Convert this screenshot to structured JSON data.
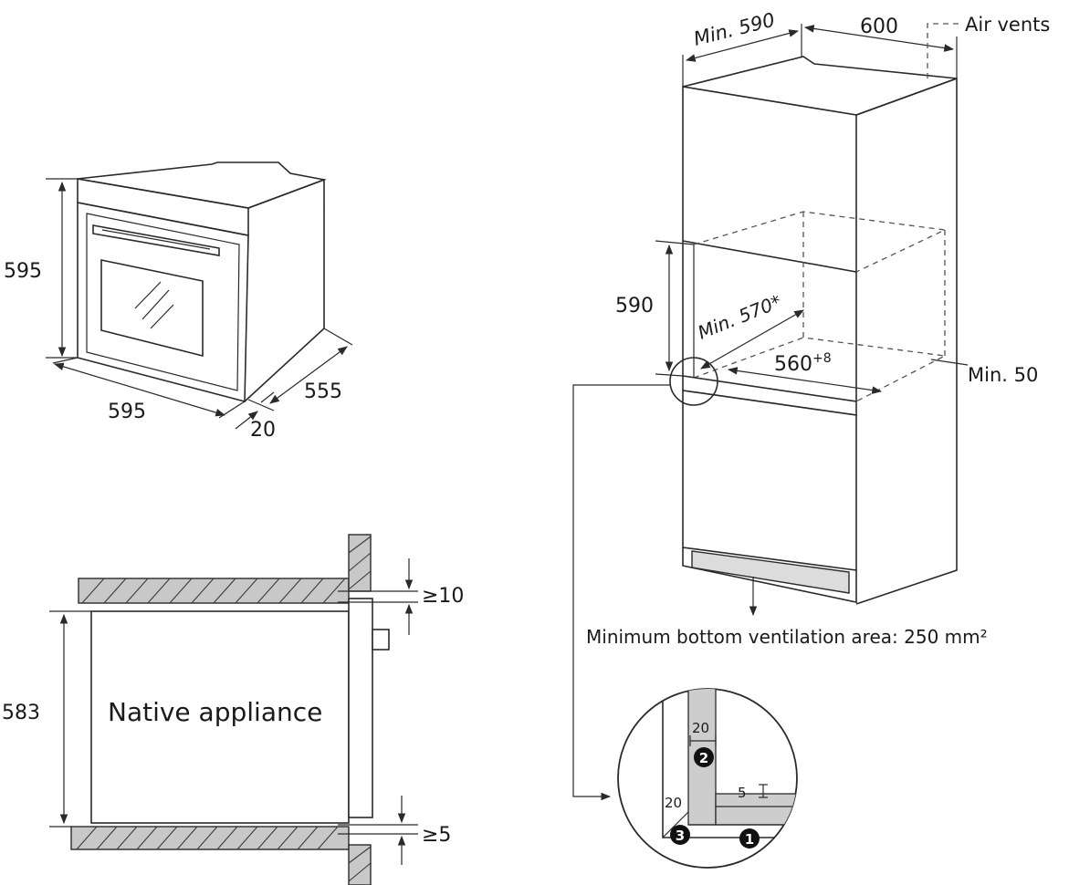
{
  "oven_view": {
    "height_label": "595",
    "width_label": "595",
    "depth_label": "555",
    "front_label": "20"
  },
  "cabinet_view": {
    "min_depth_label": "Min. 590",
    "width_label": "600",
    "air_vents_label": "Air vents",
    "niche_height_label": "590",
    "min_inner_depth_label": "Min. 570*",
    "niche_width_base": "560",
    "niche_width_sup": "+8",
    "min_gap_label": "Min. 50",
    "bottom_ventilation_label": "Minimum bottom ventilation area: 250 mm²"
  },
  "section_view": {
    "top_gap_label": "≥10",
    "bottom_gap_label": "≥5",
    "height_label": "583",
    "appliance_label": "Native appliance"
  },
  "detail_view": {
    "dim_a": "20",
    "dim_b": "20",
    "dim_c": "5",
    "callout_1": "1",
    "callout_2": "2",
    "callout_3": "3"
  }
}
